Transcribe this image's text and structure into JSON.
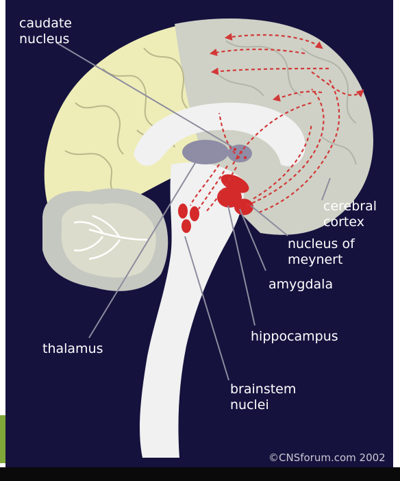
{
  "labels": {
    "caudate_line1": "caudate",
    "caudate_line2": "nucleus",
    "cortex_line1": "cerebral",
    "cortex_line2": "cortex",
    "meynert_line1": "nucleus of",
    "meynert_line2": "meynert",
    "amygdala": "amygdala",
    "hippocampus": "hippocampus",
    "thalamus": "thalamus",
    "brainstem_line1": "brainstem",
    "brainstem_line2": "nuclei"
  },
  "copyright": "©CNSforum.com 2002",
  "colors": {
    "background": "#15123e",
    "frontal_lobe": "#eeedb8",
    "cortex": "#cfd1c6",
    "cerebellum": "#c5c8c0",
    "brainstem": "#f1f1f1",
    "thalamus": "#8f8ca6",
    "nuclei_red": "#d42a2a",
    "pathways": "#d23838",
    "corner_green": "#7fa838"
  }
}
